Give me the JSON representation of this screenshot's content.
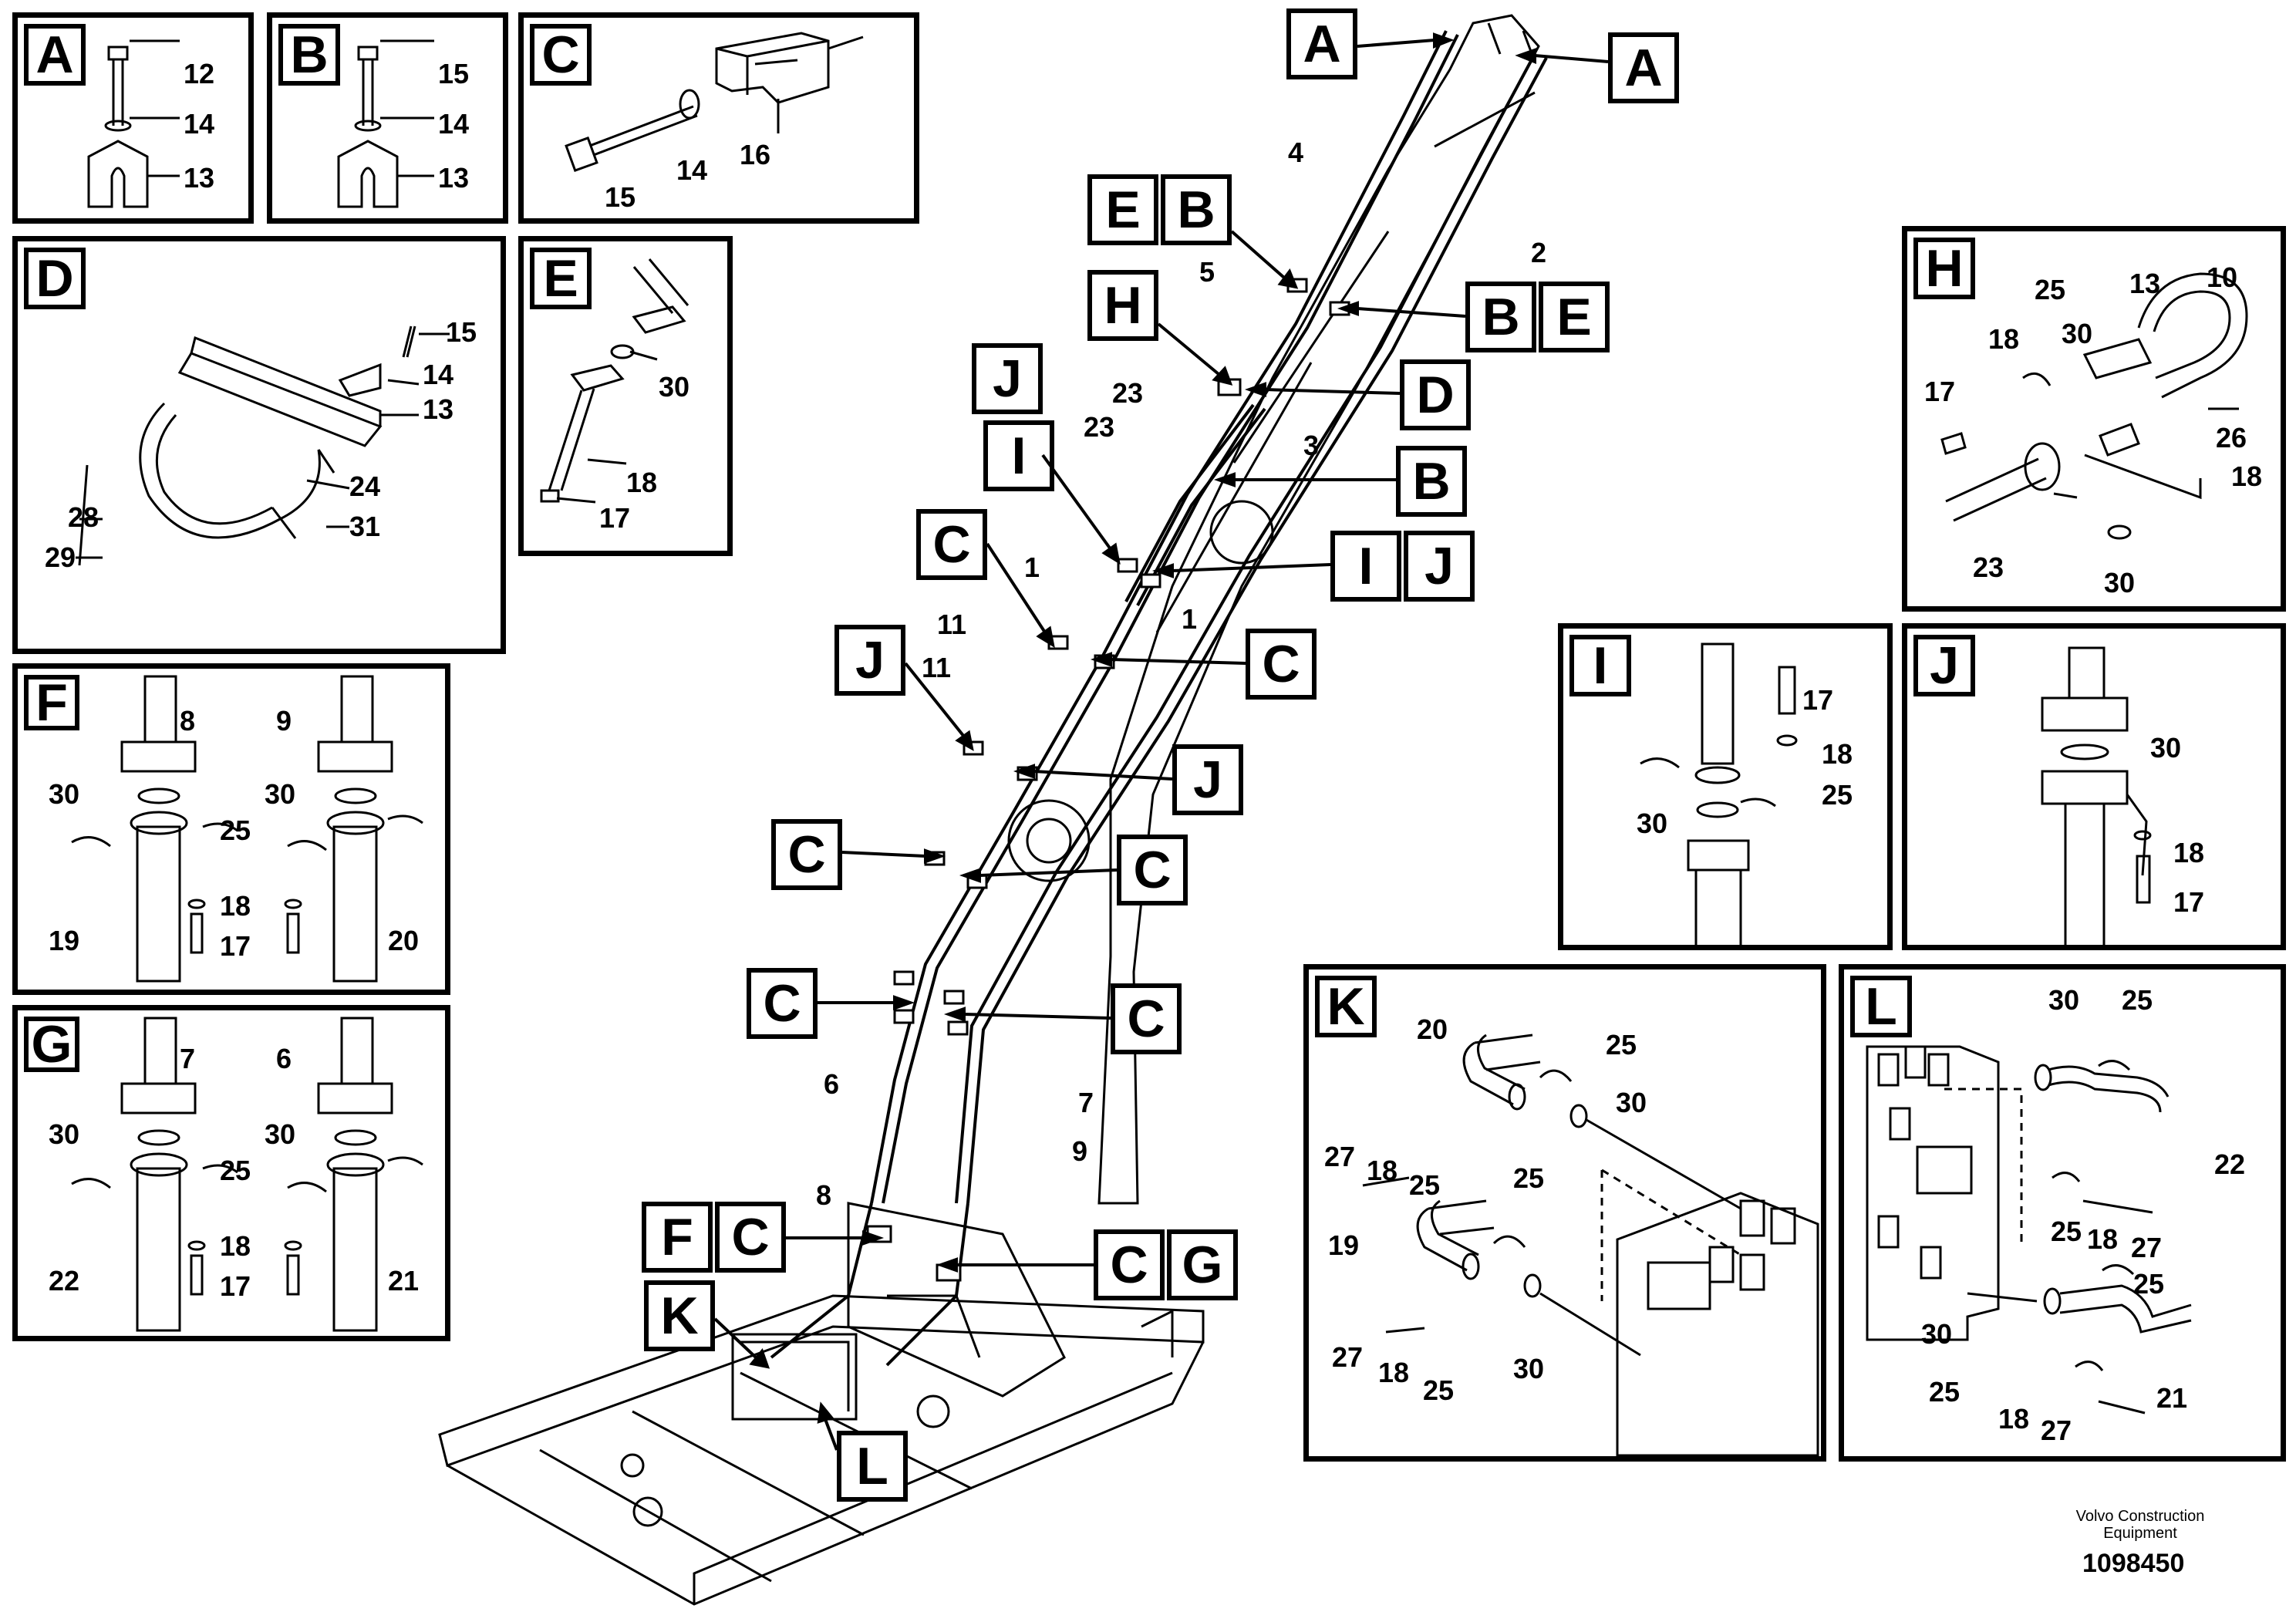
{
  "panels": {
    "A": {
      "label": "A",
      "parts": [
        "12",
        "14",
        "13"
      ]
    },
    "B": {
      "label": "B",
      "parts": [
        "15",
        "14",
        "13"
      ]
    },
    "C": {
      "label": "C",
      "parts": [
        "15",
        "14",
        "16"
      ]
    },
    "D": {
      "label": "D",
      "parts": [
        "15",
        "14",
        "13",
        "24",
        "28",
        "29",
        "31"
      ]
    },
    "E": {
      "label": "E",
      "parts": [
        "30",
        "18",
        "17"
      ]
    },
    "F": {
      "label": "F",
      "parts": [
        "8",
        "9",
        "30",
        "30",
        "25",
        "18",
        "17",
        "19",
        "20"
      ]
    },
    "G": {
      "label": "G",
      "parts": [
        "7",
        "6",
        "30",
        "30",
        "25",
        "18",
        "17",
        "22",
        "21"
      ]
    },
    "H": {
      "label": "H",
      "parts": [
        "25",
        "13",
        "10",
        "18",
        "30",
        "17",
        "26",
        "18",
        "23",
        "30"
      ]
    },
    "I": {
      "label": "I",
      "parts": [
        "17",
        "18",
        "25",
        "30"
      ]
    },
    "J": {
      "label": "J",
      "parts": [
        "30",
        "18",
        "17"
      ]
    },
    "K": {
      "label": "K",
      "parts": [
        "20",
        "25",
        "30",
        "27",
        "18",
        "25",
        "25",
        "19",
        "27",
        "18",
        "25",
        "30"
      ]
    },
    "L": {
      "label": "L",
      "parts": [
        "30",
        "25",
        "22",
        "25",
        "18",
        "27",
        "25",
        "30",
        "25",
        "18",
        "27",
        "21"
      ]
    }
  },
  "main": {
    "callouts": [
      "A",
      "A",
      "E",
      "B",
      "B",
      "E",
      "H",
      "D",
      "J",
      "I",
      "B",
      "I",
      "J",
      "C",
      "J",
      "C",
      "J",
      "C",
      "C",
      "C",
      "C",
      "F",
      "C",
      "C",
      "G",
      "K",
      "L"
    ],
    "parts": [
      "4",
      "2",
      "5",
      "23",
      "23",
      "3",
      "1",
      "1",
      "11",
      "11",
      "6",
      "7",
      "9",
      "8"
    ]
  },
  "footer": {
    "brand_line1": "Volvo Construction",
    "brand_line2": "Equipment",
    "code": "1098450"
  }
}
